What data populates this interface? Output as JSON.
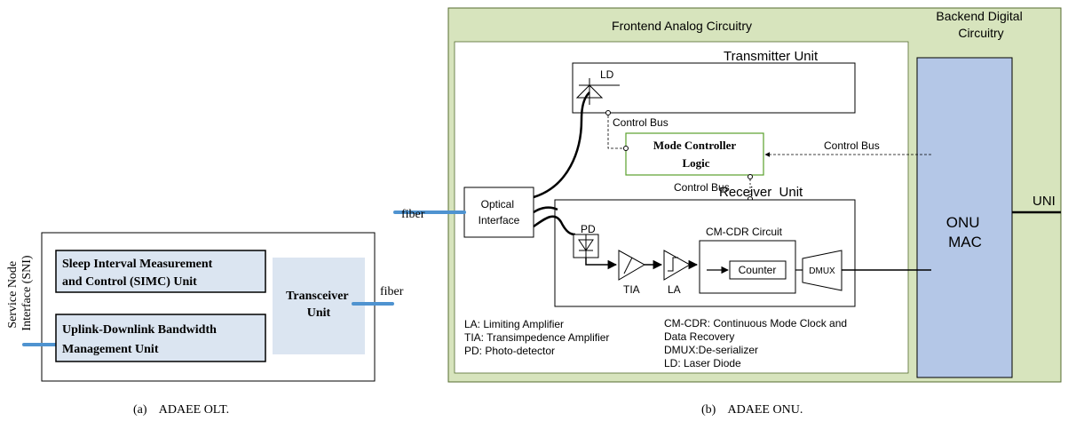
{
  "olt": {
    "sni_label_line1": "Service Node",
    "sni_label_line2": "Interface (SNI)",
    "simc_line1": "Sleep Interval Measurement",
    "simc_line2": "and Control (SIMC) Unit",
    "bw_line1": "Uplink-Downlink Bandwidth",
    "bw_line2": "Management Unit",
    "transceiver_line1": "Transceiver",
    "transceiver_line2": "Unit",
    "fiber_label": "fiber",
    "caption": "(a)    ADAEE OLT."
  },
  "onu": {
    "frontend_title": "Frontend Analog Circuitry",
    "backend_title_line1": "Backend Digital",
    "backend_title_line2": "Circuitry",
    "transmitter_title": "Transmitter Unit",
    "ld_label": "LD",
    "control_bus_tx": "Control Bus",
    "mode_controller_line1": "Mode Controller",
    "mode_controller_line2": "Logic",
    "control_bus_mac": "Control Bus",
    "control_bus_rx": "Control Bus",
    "receiver_title": "Receiver  Unit",
    "optical_line1": "Optical",
    "optical_line2": "Interface",
    "fiber_label": "fiber",
    "pd_label": "PD",
    "tia_label": "TIA",
    "la_label": "LA",
    "cmcdr_title": "CM-CDR Circuit",
    "counter_label": "Counter",
    "dmux_label": "DMUX",
    "onu_mac_line1": "ONU",
    "onu_mac_line2": "MAC",
    "uni_label": "UNI",
    "legend_left": [
      "LA: Limiting Amplifier",
      "TIA: Transimpedence Amplifier",
      "PD: Photo-detector"
    ],
    "legend_right": [
      "CM-CDR: Continuous Mode Clock and",
      "Data Recovery",
      "DMUX:De-serializer",
      "LD: Laser Diode"
    ],
    "caption": "(b)    ADAEE ONU."
  },
  "colors": {
    "green_bg": "#d7e4bd",
    "green_border": "#556b2f",
    "blue_unit": "#dbe5f1",
    "blue_fill": "#b4c7e7",
    "fiber_blue": "#4f93d0",
    "mode_controller_border": "#5aa02c"
  }
}
